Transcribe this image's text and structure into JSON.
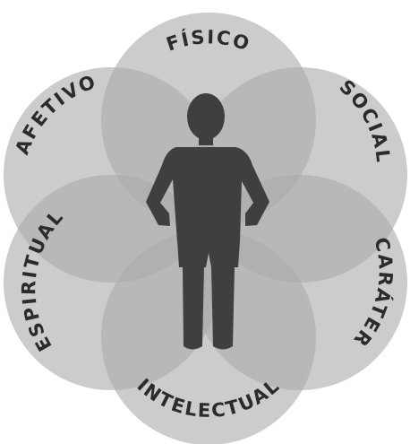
{
  "diagram": {
    "labels": {
      "fisico": "FÍSICO",
      "social": "SOCIAL",
      "carater": "CARÁTER",
      "intelectual": "INTELECTUAL",
      "espiritual": "ESPIRITUAL",
      "afetivo": "AFETIVO"
    },
    "colors": {
      "petal": "#aaaaaa",
      "figure": "#3f3f3f",
      "text": "#2b2b2b",
      "background": "#ffffff"
    },
    "center_icon": "person-standing-hands-on-hips-icon"
  }
}
